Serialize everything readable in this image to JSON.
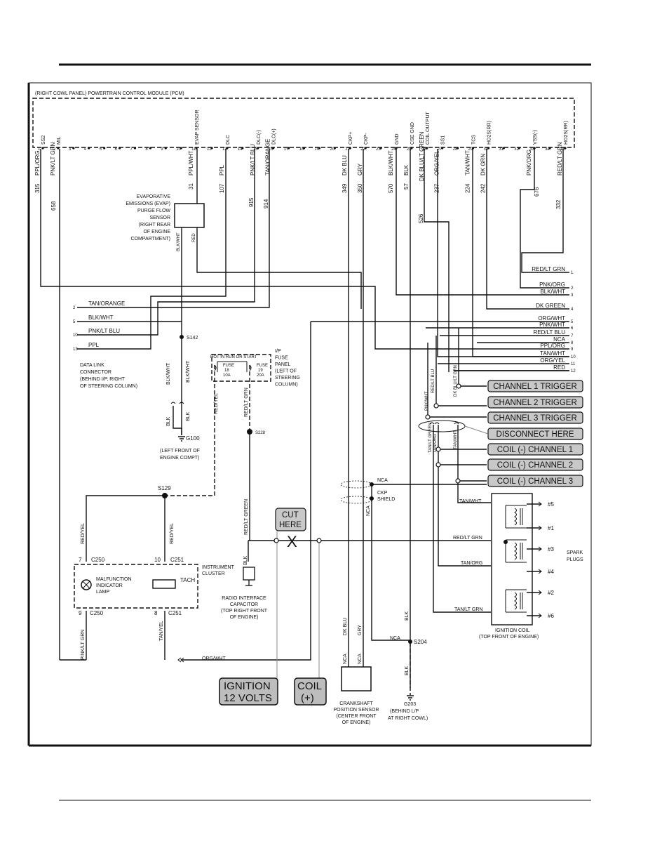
{
  "pcm": {
    "title": "(RIGHT COWL PANEL) POWERTRAIN CONTROL MODULE (PCM)",
    "pins": [
      {
        "pin": "1",
        "label": "SS2",
        "circuit": "315",
        "wire": "PPL/ORG"
      },
      {
        "pin": "2",
        "label": "MIL",
        "circuit": "658",
        "wire": "PNK/LT GRN"
      },
      {
        "pin": "3"
      },
      {
        "pin": "4"
      },
      {
        "pin": "5"
      },
      {
        "pin": "6"
      },
      {
        "pin": "7"
      },
      {
        "pin": "8"
      },
      {
        "pin": "9"
      },
      {
        "pin": "10"
      },
      {
        "pin": "11",
        "label": "EVAP SENSOR",
        "circuit": "31",
        "wire": "PPL/WHT"
      },
      {
        "pin": "12"
      },
      {
        "pin": "13",
        "label": "DLC",
        "circuit": "107",
        "wire": "PPL"
      },
      {
        "pin": "14"
      },
      {
        "pin": "15",
        "label": "DLC(-)",
        "circuit": "915",
        "wire": "PNK/LT BLU"
      },
      {
        "pin": "16",
        "label": "DLC(+)",
        "circuit": "914",
        "wire": "TAN/ORANGE"
      },
      {
        "pin": "17"
      },
      {
        "pin": "18"
      },
      {
        "pin": "19"
      },
      {
        "pin": "20"
      },
      {
        "pin": "21",
        "label": "CKP+",
        "circuit": "349",
        "wire": "DK BLU"
      },
      {
        "pin": "22",
        "label": "CKP-",
        "circuit": "350",
        "wire": "GRY"
      },
      {
        "pin": "23"
      },
      {
        "pin": "24",
        "label": "GND",
        "circuit": "570",
        "wire": "BLK/WHT"
      },
      {
        "pin": "25",
        "label": "CSE GND",
        "circuit": "57",
        "wire": "BLK"
      },
      {
        "pin": "26",
        "label": "COIL OUTPUT",
        "circuit": "526",
        "wire": "DK BLU/LT GREEN"
      },
      {
        "pin": "27",
        "label": "SS1",
        "circuit": "237",
        "wire": "ORG/YEL"
      },
      {
        "pin": "28"
      },
      {
        "pin": "29",
        "label": "TCS",
        "circuit": "224",
        "wire": "TAN/WHT"
      },
      {
        "pin": "30",
        "label": "HO2S(RR)",
        "circuit": "242",
        "wire": "DK GRN"
      },
      {
        "pin": "31"
      },
      {
        "pin": "32"
      },
      {
        "pin": "33",
        "label": "VSS(-)",
        "circuit": "676",
        "wire": "PNK/ORG"
      },
      {
        "pin": "34"
      },
      {
        "pin": "35",
        "label": "HO2S(RR)",
        "circuit": "332",
        "wire": "RED/LT GRN"
      }
    ]
  },
  "evap": {
    "text": [
      "EVAPORATIVE",
      "EMISSIONS (EVAP)",
      "PURGE FLOW",
      "SENSOR",
      "(RIGHT REAR",
      "OF ENGINE",
      "COMPARTMENT)"
    ],
    "wire_left": "BLK/WHT",
    "wire_right": "RED"
  },
  "dlc": {
    "pins": [
      {
        "num": "2",
        "wire": "TAN/ORANGE"
      },
      {
        "num": "5",
        "wire": "BLK/WHT"
      },
      {
        "num": "10",
        "wire": "PNK/LT BLU"
      },
      {
        "num": "13",
        "wire": "PPL"
      }
    ],
    "text": [
      "DATA LINK",
      "CONNECTOR",
      "(BEHIND I/P, RIGHT",
      "OF STEERING COLUMN)"
    ]
  },
  "splices": {
    "s142": "S142",
    "s129": "S129",
    "s228": "S228",
    "s204": "S204"
  },
  "ground_g100": {
    "label": "G100",
    "text": [
      "(LEFT FRONT OF",
      "ENGINE COMPT)"
    ],
    "wire1": "BLK/WHT",
    "wire2": "BLK/WHT",
    "wire3": "BLK",
    "wire4": "BLK"
  },
  "fuse_panel": {
    "header": "HOT IN RUN OR START",
    "fuse1": [
      "FUSE",
      "18",
      "10A"
    ],
    "fuse2": [
      "FUSE",
      "19",
      "20A"
    ],
    "text": [
      "I/P",
      "FUSE",
      "PANEL",
      "(LEFT OF",
      "STEERING",
      "COLUMN)"
    ],
    "wire_left": "RED/YEL",
    "wire_right": "RED/LT GRN"
  },
  "right_connector": {
    "pins": [
      {
        "num": "1",
        "wire": "RED/LT GRN"
      },
      {
        "num": "2",
        "wire": "PNK/ORG"
      },
      {
        "num": "3",
        "wire": "BLK/WHT"
      },
      {
        "num": "4",
        "wire": "DK GREEN"
      },
      {
        "num": "5",
        "wire": "ORG/WHT"
      },
      {
        "num": "6",
        "wire": "PNK/WHT"
      },
      {
        "num": "7",
        "wire": "RED/LT BLU"
      },
      {
        "num": "8",
        "wire": "NCA"
      },
      {
        "num": "9",
        "wire": "PPL/ORG"
      },
      {
        "num": "10",
        "wire": "TAN/WHT"
      },
      {
        "num": "11",
        "wire": "ORG/YEL"
      },
      {
        "num": "12",
        "wire": "RED"
      }
    ]
  },
  "callouts": {
    "ch1_trigger": "CHANNEL 1 TRIGGER",
    "ch2_trigger": "CHANNEL 2 TRIGGER",
    "ch3_trigger": "CHANNEL 3 TRIGGER",
    "disconnect": "DISCONNECT HERE",
    "coil_ch1": "COIL (-) CHANNEL 1",
    "coil_ch2": "COIL (-) CHANNEL 2",
    "coil_ch3": "COIL (-) CHANNEL 3",
    "cut_here": [
      "CUT",
      "HERE"
    ],
    "ignition": [
      "IGNITION",
      "12 VOLTS"
    ],
    "coil_pos": [
      "COIL",
      "(+)"
    ]
  },
  "vertical_small_labels": {
    "red_lt_blu": "RED/LT BLU",
    "pnk_wht": "PNK/WHT",
    "dk_blu_lt_grn": "DK BLU/LT GRN",
    "tan_org": "TAN/ORG",
    "tan_lt_grn": "TAN/LT GREEN",
    "tan_wht": "TAN/WHT"
  },
  "ckp": {
    "nca": "NCA",
    "shield": [
      "CKP",
      "SHIELD"
    ]
  },
  "cluster": {
    "c250_top": "C250",
    "c251_top": "C251",
    "pin7": "7",
    "pin10": "10",
    "pin9": "9",
    "pin8": "8",
    "c250_bot": "C250",
    "c251_bot": "C251",
    "label": [
      "INSTRUMENT",
      "CLUSTER"
    ],
    "mil": [
      "MALFUNCTION",
      "INDICATOR",
      "LAMP"
    ],
    "tach": "TACH",
    "wire_mil_top": "RED/YEL",
    "wire_tach_top": "RED/YEL",
    "wire_mil_bot": "PINK/LT GRN",
    "wire_tach_bot": "TAN/YEL"
  },
  "capacitor": {
    "text": [
      "RADIO INTERFACE",
      "CAPACITOR",
      "(TOP RIGHT FRONT",
      "OF ENGINE)"
    ],
    "wire": "BLK",
    "feed": "RED/LT GREEN"
  },
  "ignition_coil": {
    "plugs": [
      "#5",
      "#1",
      "#3",
      "#4",
      "#2",
      "#6"
    ],
    "label": [
      "IGNITION COIL",
      "(TOP FRONT OF ENGINE)"
    ],
    "spark": [
      "SPARK",
      "PLUGS"
    ],
    "wires": {
      "tan_wht": "TAN/WHT",
      "red_lt_grn": "RED/LT GRN",
      "tan_org": "TAN/ORG",
      "tan_lt_grn": "TAN/LT GRN"
    }
  },
  "crank_sensor": {
    "text": [
      "CRANKSHAFT",
      "POSITION SENSOR",
      "(CENTER FRONT",
      "OF ENGINE)"
    ],
    "dk_blu": "DK BLU",
    "gry": "GRY",
    "nca1": "NCA",
    "nca2": "NCA",
    "nca3": "NCA",
    "nca4": "NCA"
  },
  "ground_g203": {
    "label": "G203",
    "text": [
      "(BEHIND L/P",
      "AT RIGHT COWL)"
    ],
    "blk1": "BLK",
    "blk2": "BLK"
  },
  "org_wht": "ORG/WHT"
}
